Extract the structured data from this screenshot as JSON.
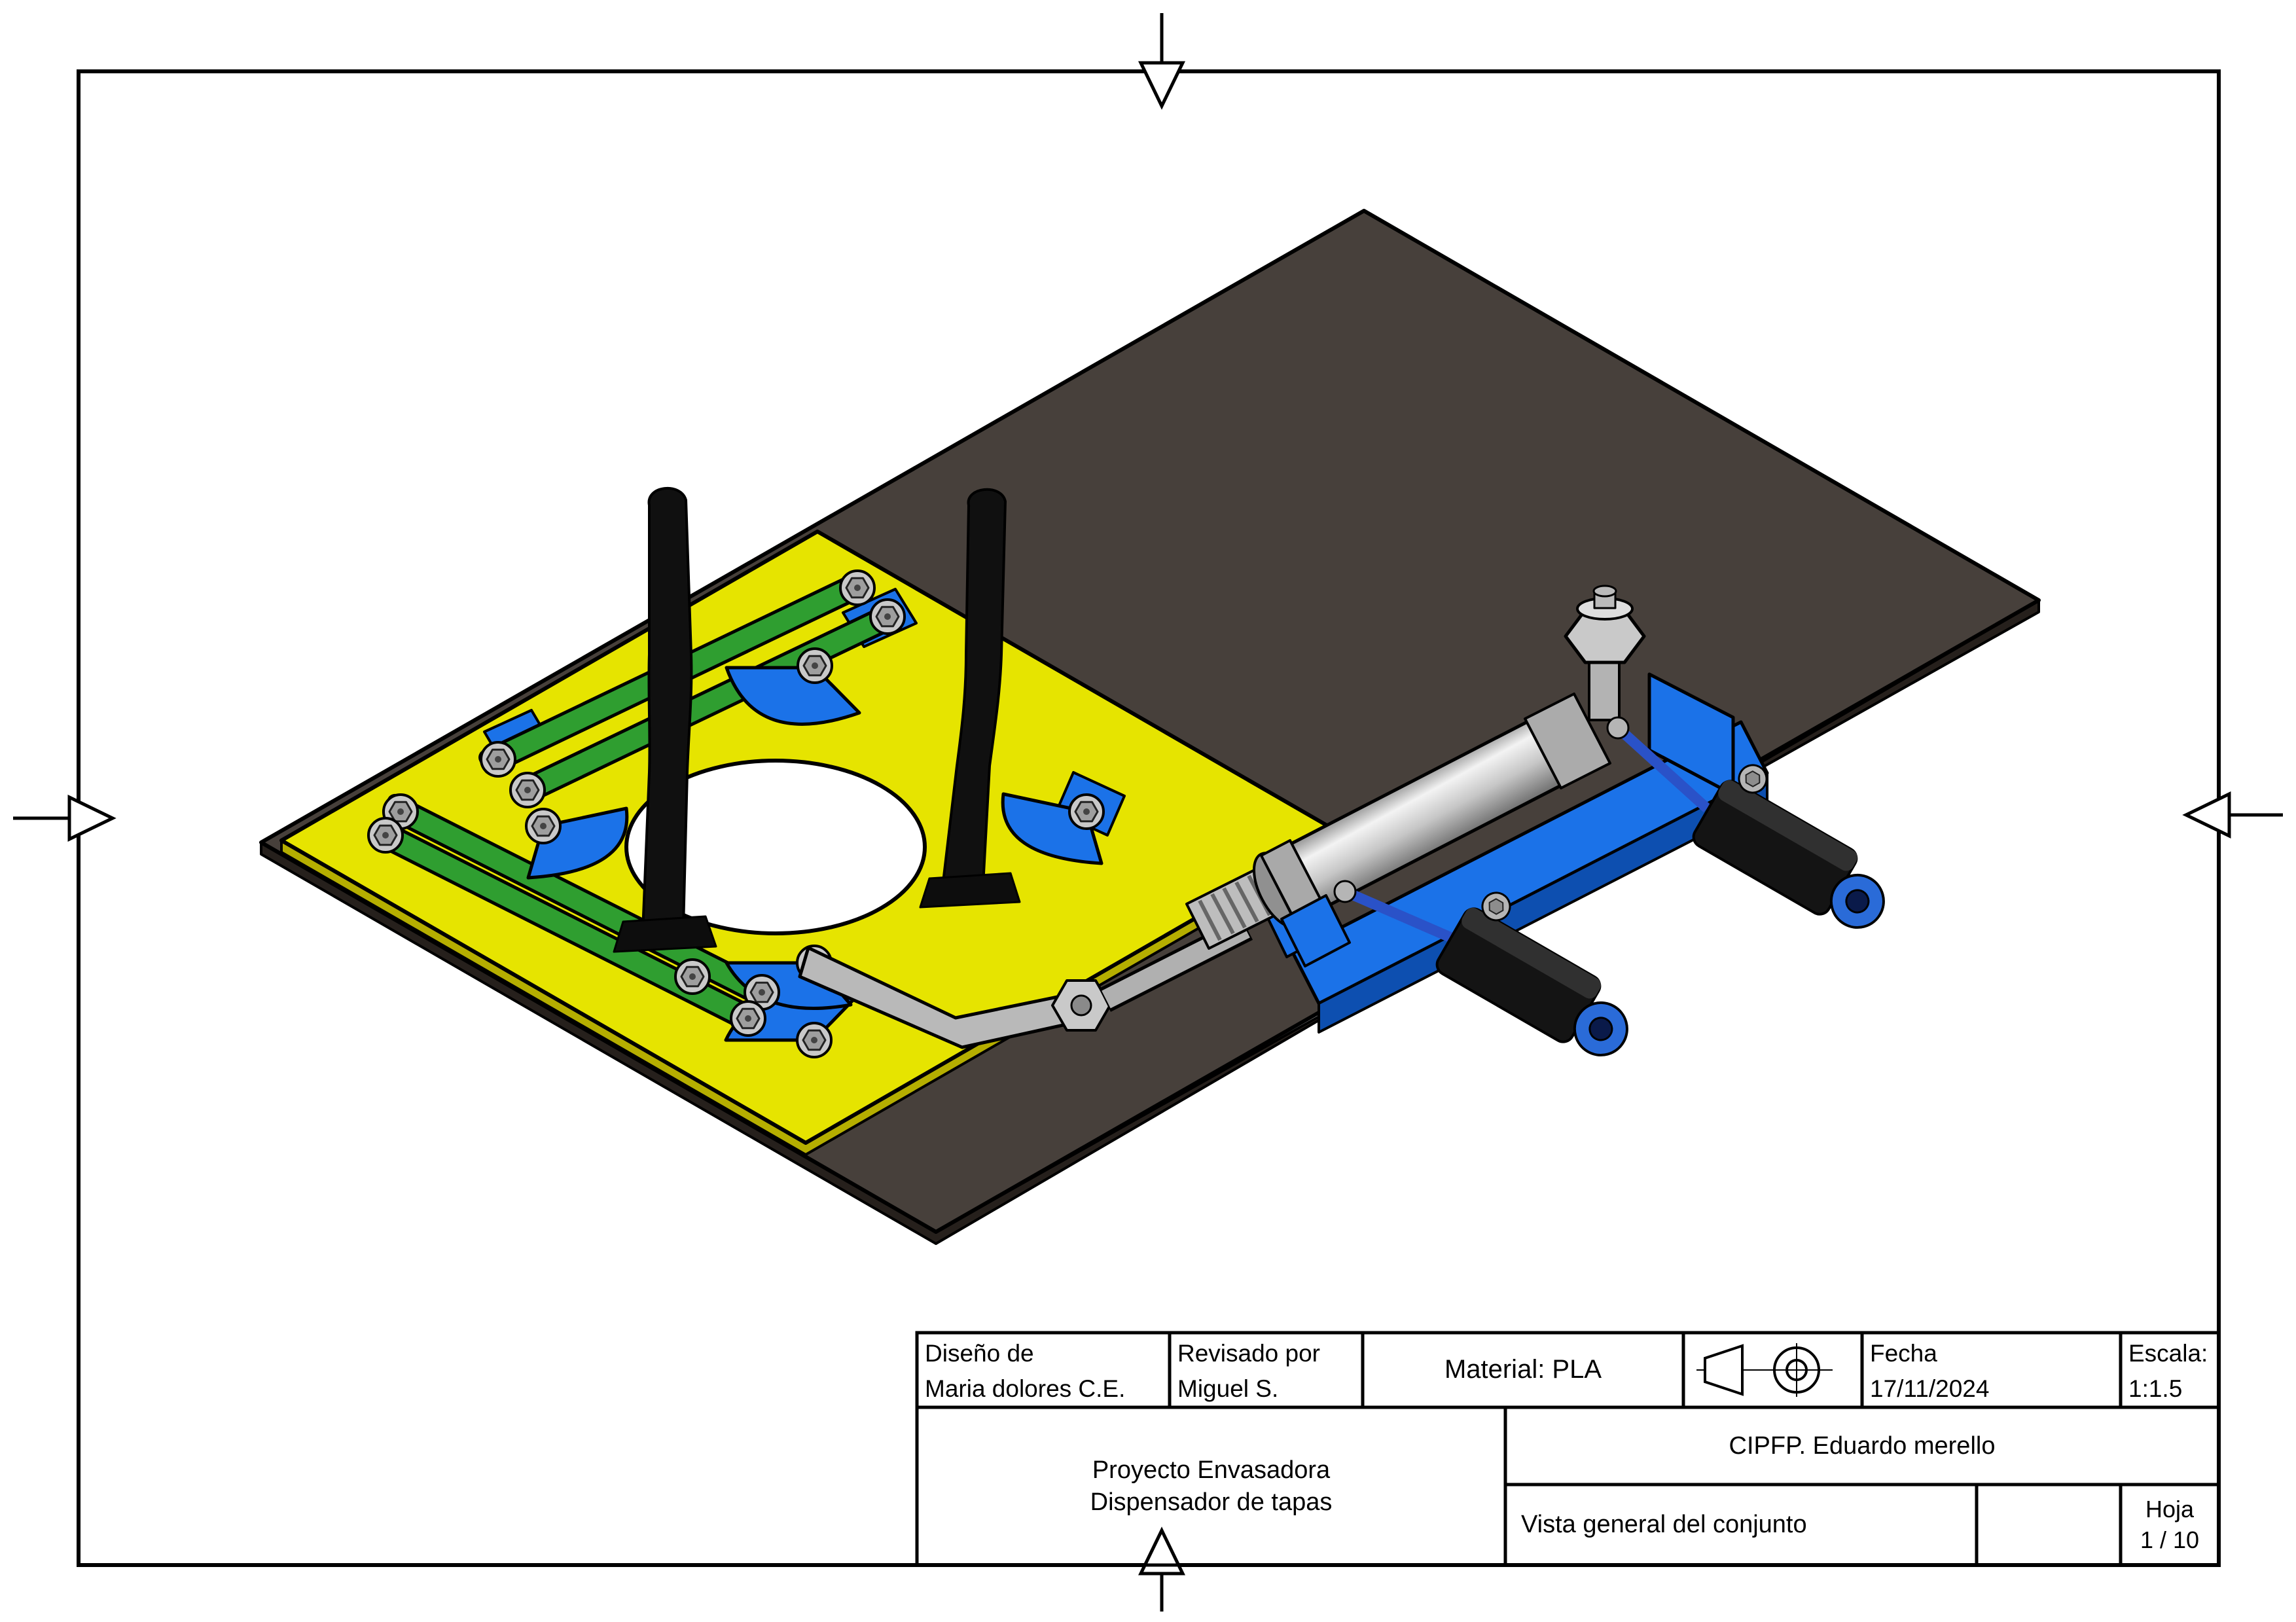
{
  "sheet": {
    "title_block": {
      "designed_label": "Diseño de",
      "designed_value": "Maria dolores C.E.",
      "reviewed_label": "Revisado por",
      "reviewed_value": "Miguel S.",
      "material": "Material: PLA",
      "date_label": "Fecha",
      "date_value": "17/11/2024",
      "scale_label": "Escala:",
      "scale_value": "1:1.5",
      "project_line1": "Proyecto Envasadora",
      "project_line2": "Dispensador de tapas",
      "organization": "CIPFP. Eduardo merello",
      "view_title": "Vista general del conjunto",
      "sheet_label": "Hoja",
      "sheet_value": "1 / 10"
    }
  },
  "colors": {
    "base_plate": "#47403B",
    "base_plate_edge": "#26201C",
    "top_plate": "#E6E400",
    "top_plate_edge": "#B5AE00",
    "mechanism_blue": "#1B72E8",
    "mechanism_blue_dark": "#0D4FB0",
    "linkage_green": "#2F9E30",
    "metal_gray": "#C7C7C7",
    "guide_black": "#101010",
    "tube_blue": "#2A52C8",
    "valve_black": "#141414"
  }
}
